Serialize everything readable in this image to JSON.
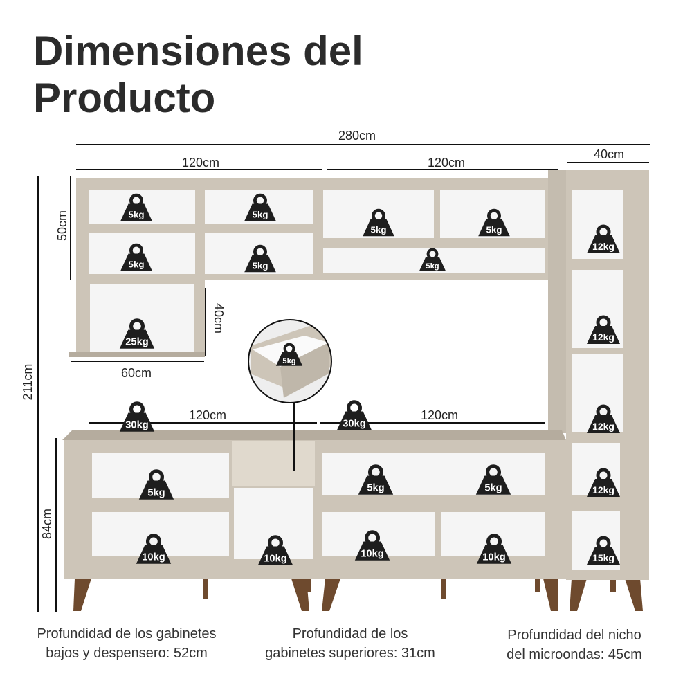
{
  "title": {
    "line1": "Dimensiones del",
    "line2": "Producto"
  },
  "colors": {
    "cabinet": "#cdc5b8",
    "cabinet_dark": "#b5ac9e",
    "interior": "#f5f5f5",
    "weight_icon": "#1e1e1e",
    "legs": "#6e4a2e",
    "dimension_lines": "#111111"
  },
  "dimensions": {
    "total_width": "280cm",
    "upper_left_width": "120cm",
    "upper_right_width": "120cm",
    "tower_width": "40cm",
    "upper_height": "50cm",
    "lower_box_height": "40cm",
    "lower_box_width": "60cm",
    "total_height": "211cm",
    "base_left_width": "120cm",
    "base_right_width": "120cm",
    "base_height": "84cm"
  },
  "weights": {
    "upper_left": [
      "5kg",
      "5kg",
      "5kg",
      "5kg"
    ],
    "upper_right": [
      "5kg",
      "5kg",
      "5kg"
    ],
    "hanging_box": "25kg",
    "drawer": "5kg",
    "countertop_left": "30kg",
    "countertop_right": "30kg",
    "tower": [
      "12kg",
      "12kg",
      "12kg",
      "12kg",
      "15kg"
    ],
    "base_left": [
      "5kg",
      "10kg"
    ],
    "base_middle": "10kg",
    "base_right": [
      "5kg",
      "5kg",
      "10kg",
      "10kg"
    ]
  },
  "notes": {
    "lower_depth": "Profundidad de los gabinetes\nbajos y despensero: 52cm",
    "upper_depth": "Profundidad de los\ngabinetes superiores: 31cm",
    "microwave_depth": "Profundidad del nicho\ndel microondas: 45cm"
  }
}
